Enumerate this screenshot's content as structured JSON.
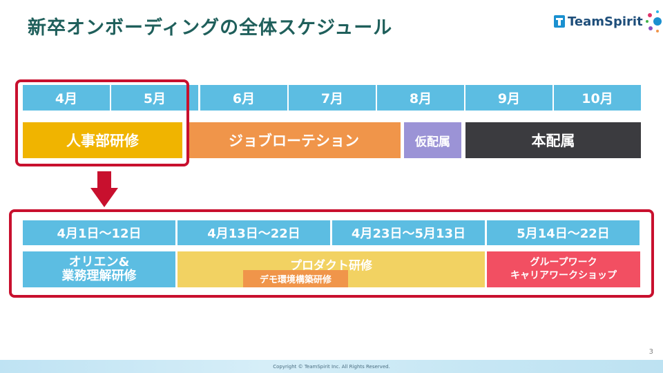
{
  "page": {
    "title": "新卒オンボーディングの全体スケジュール",
    "page_number": "3",
    "footer": "Copyright © TeamSpirit Inc. All Rights Reserved."
  },
  "logo": {
    "name": "TeamSpirit",
    "icons": [
      "teamspirit-t-icon",
      "spirit-burst-icon"
    ]
  },
  "timeline": {
    "months": [
      "4月",
      "5月",
      "6月",
      "7月",
      "8月",
      "9月",
      "10月"
    ],
    "phases": [
      {
        "label": "人事部研修",
        "color": "#f0b400"
      },
      {
        "label": "ジョブローテション",
        "color": "#f0954a"
      },
      {
        "label": "仮配属",
        "color": "#9b93d6"
      },
      {
        "label": "本配属",
        "color": "#3b3b3f"
      }
    ]
  },
  "detail": {
    "periods": [
      "4月1日～12日",
      "4月13日～22日",
      "4月23日～5月13日",
      "5月14日～22日"
    ],
    "programs": [
      {
        "label": "オリエン&",
        "label2": "業務理解研修",
        "color": "#5cbde2"
      },
      {
        "label": "プロダクト研修",
        "color": "#f2d262"
      },
      {
        "label": "グループワーク",
        "label2": "キャリアワークショップ",
        "color": "#f24f62"
      }
    ],
    "sub_program": {
      "label": "デモ環境構築研修",
      "color": "#f0954a"
    }
  },
  "highlight_color": "#c8102e"
}
